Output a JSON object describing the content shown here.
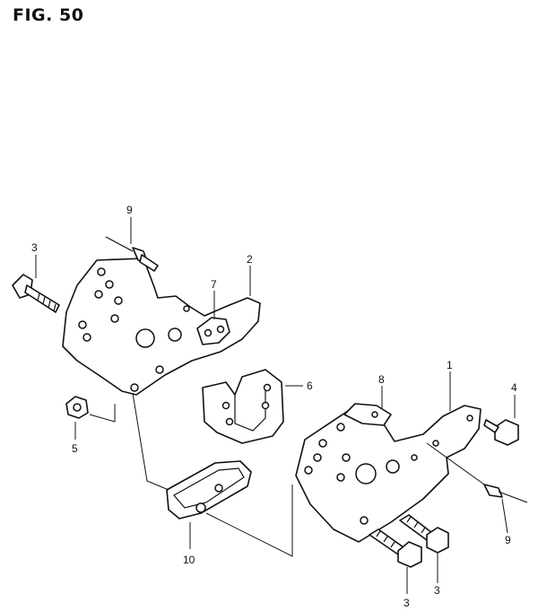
{
  "figure": {
    "title": "FIG. 50"
  },
  "callouts": {
    "c1": "1",
    "c2": "2",
    "c3_top": "3",
    "c3_bottom_left": "3",
    "c3_bottom_right": "3",
    "c4": "4",
    "c5": "5",
    "c6": "6",
    "c7": "7",
    "c8": "8",
    "c9_top": "9",
    "c9_right": "9",
    "c10": "10"
  }
}
